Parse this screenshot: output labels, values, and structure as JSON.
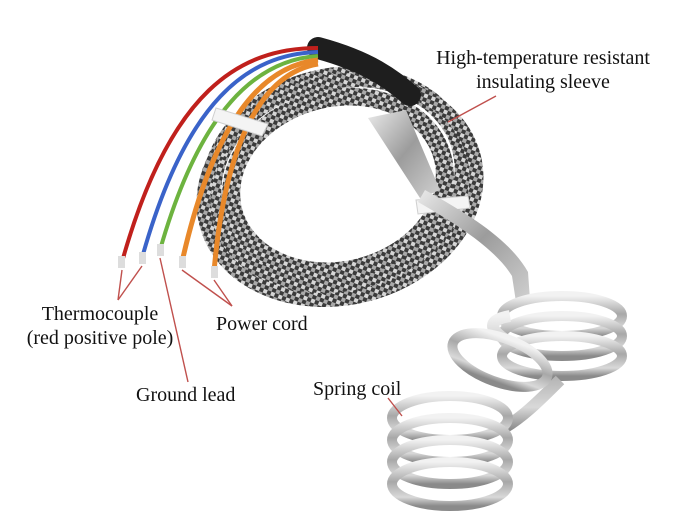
{
  "labels": {
    "sleeve_line1": "High-temperature resistant",
    "sleeve_line2": "insulating sleeve",
    "thermocouple_line1": "Thermocouple",
    "thermocouple_line2": "(red positive pole)",
    "power_cord": "Power cord",
    "ground_lead": "Ground lead",
    "spring_coil": "Spring coil"
  },
  "colors": {
    "leader_line": "#c0504d",
    "wire_red": "#c0201c",
    "wire_blue": "#3a63c9",
    "wire_green": "#6db33f",
    "wire_orange": "#e8882a",
    "sleeve_dark": "#2b2b2b",
    "sleeve_light": "#bdbdbd",
    "metal": "#b8b8b8"
  }
}
